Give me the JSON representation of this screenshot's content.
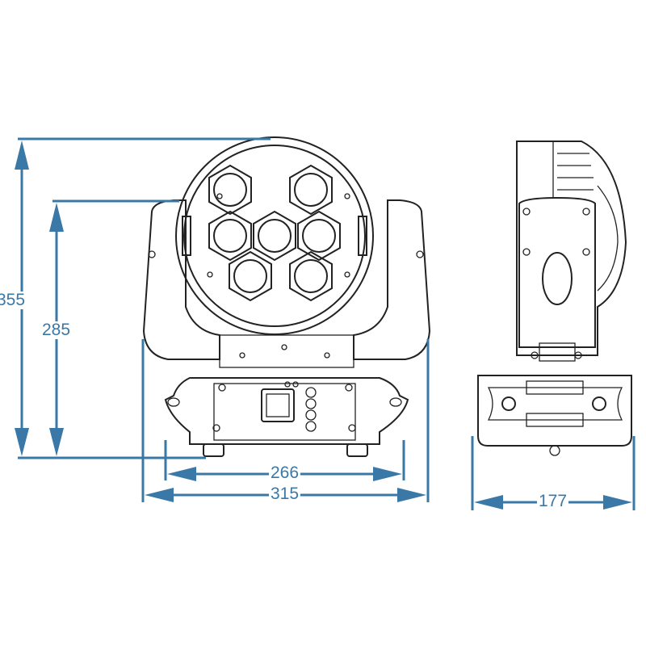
{
  "title": "Moving head fixture dimensions",
  "units_note": "",
  "accent_color": "#3a78a8",
  "dimensions": {
    "total_height": "355",
    "yoke_height": "285",
    "base_width": "266",
    "total_width": "315",
    "depth": "177"
  }
}
